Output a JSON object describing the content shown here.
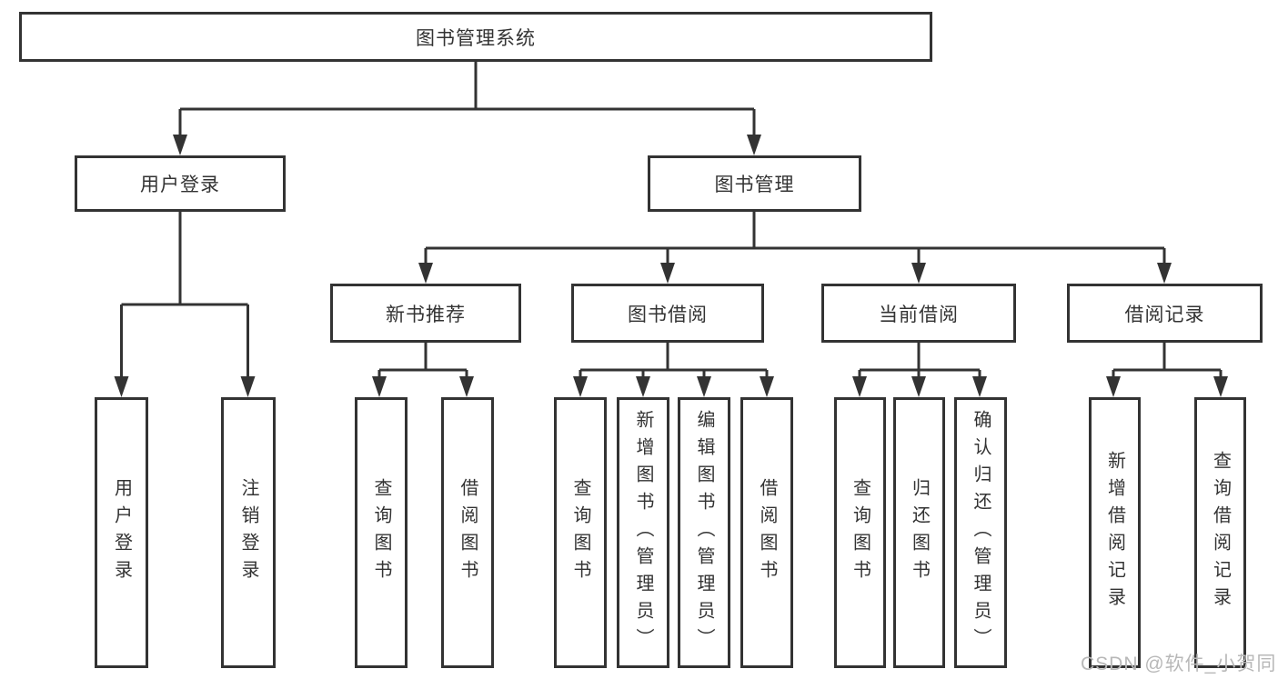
{
  "diagram": {
    "root": {
      "label": "图书管理系统"
    },
    "branches": [
      {
        "label": "用户登录",
        "children": [
          {
            "label": "用户登录"
          },
          {
            "label": "注销登录"
          }
        ]
      },
      {
        "label": "图书管理",
        "children": [
          {
            "label": "新书推荐",
            "children": [
              {
                "label": "查询图书"
              },
              {
                "label": "借阅图书"
              }
            ]
          },
          {
            "label": "图书借阅",
            "children": [
              {
                "label": "查询图书"
              },
              {
                "label": "新增图书（管理员）"
              },
              {
                "label": "编辑图书（管理员）"
              },
              {
                "label": "借阅图书"
              }
            ]
          },
          {
            "label": "当前借阅",
            "children": [
              {
                "label": "查询图书"
              },
              {
                "label": "归还图书"
              },
              {
                "label": "确认归还（管理员）"
              }
            ]
          },
          {
            "label": "借阅记录",
            "children": [
              {
                "label": "新增借阅记录"
              },
              {
                "label": "查询借阅记录"
              }
            ]
          }
        ]
      }
    ]
  },
  "watermark": {
    "text": "CSDN @软件_小贺同学"
  },
  "colors": {
    "line_color": "#333333",
    "box_border": "#333333",
    "box_fill": "#ffffff",
    "text_color": "#333333",
    "watermark_color": "#b8b8b8",
    "background": "#ffffff"
  }
}
